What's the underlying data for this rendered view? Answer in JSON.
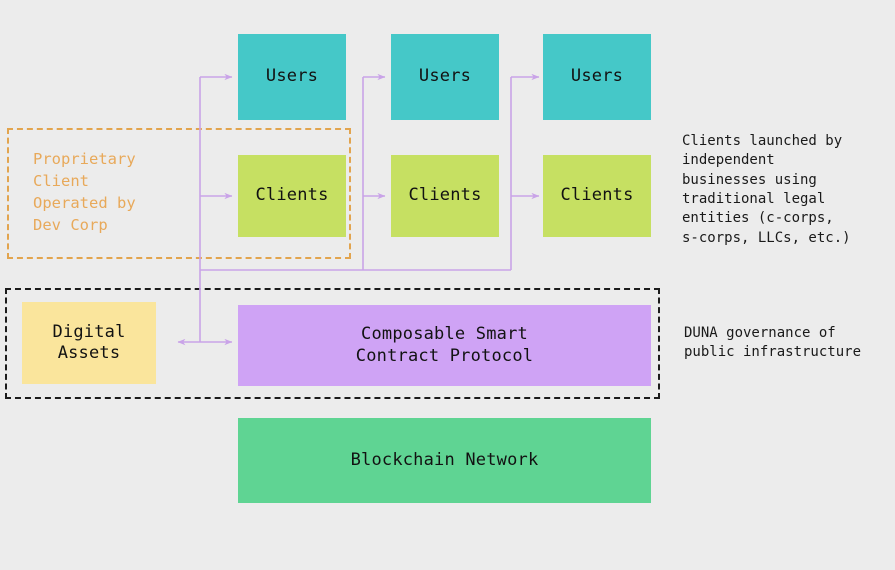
{
  "diagram": {
    "title": "DUNA protocol architecture diagram",
    "background_color": "#ececec",
    "connector_color": "#c9a3e8",
    "nodes": {
      "users_1": {
        "label": "Users",
        "color": "#45c8c8"
      },
      "users_2": {
        "label": "Users",
        "color": "#45c8c8"
      },
      "users_3": {
        "label": "Users",
        "color": "#45c8c8"
      },
      "clients_1": {
        "label": "Clients",
        "color": "#c6e062"
      },
      "clients_2": {
        "label": "Clients",
        "color": "#c6e062"
      },
      "clients_3": {
        "label": "Clients",
        "color": "#c6e062"
      },
      "digital_assets": {
        "label": "Digital\nAssets",
        "color": "#fae59c"
      },
      "protocol": {
        "label": "Composable Smart\nContract Protocol",
        "color": "#cfa3f5"
      },
      "blockchain": {
        "label": "Blockchain Network",
        "color": "#5fd493"
      }
    },
    "groups": {
      "proprietary": {
        "label": "Proprietary\nClient\nOperated by\nDev Corp",
        "border_color": "#e2a44e",
        "border_style": "dashed"
      },
      "duna": {
        "label": "",
        "border_color": "#1c1c1c",
        "border_style": "dashed"
      }
    },
    "annotations": {
      "clients_note": "Clients launched by\nindependent\nbusinesses using\ntraditional legal\nentities (c-corps,\ns-corps, LLCs, etc.)",
      "duna_note": "DUNA governance of\npublic  infrastructure"
    }
  }
}
